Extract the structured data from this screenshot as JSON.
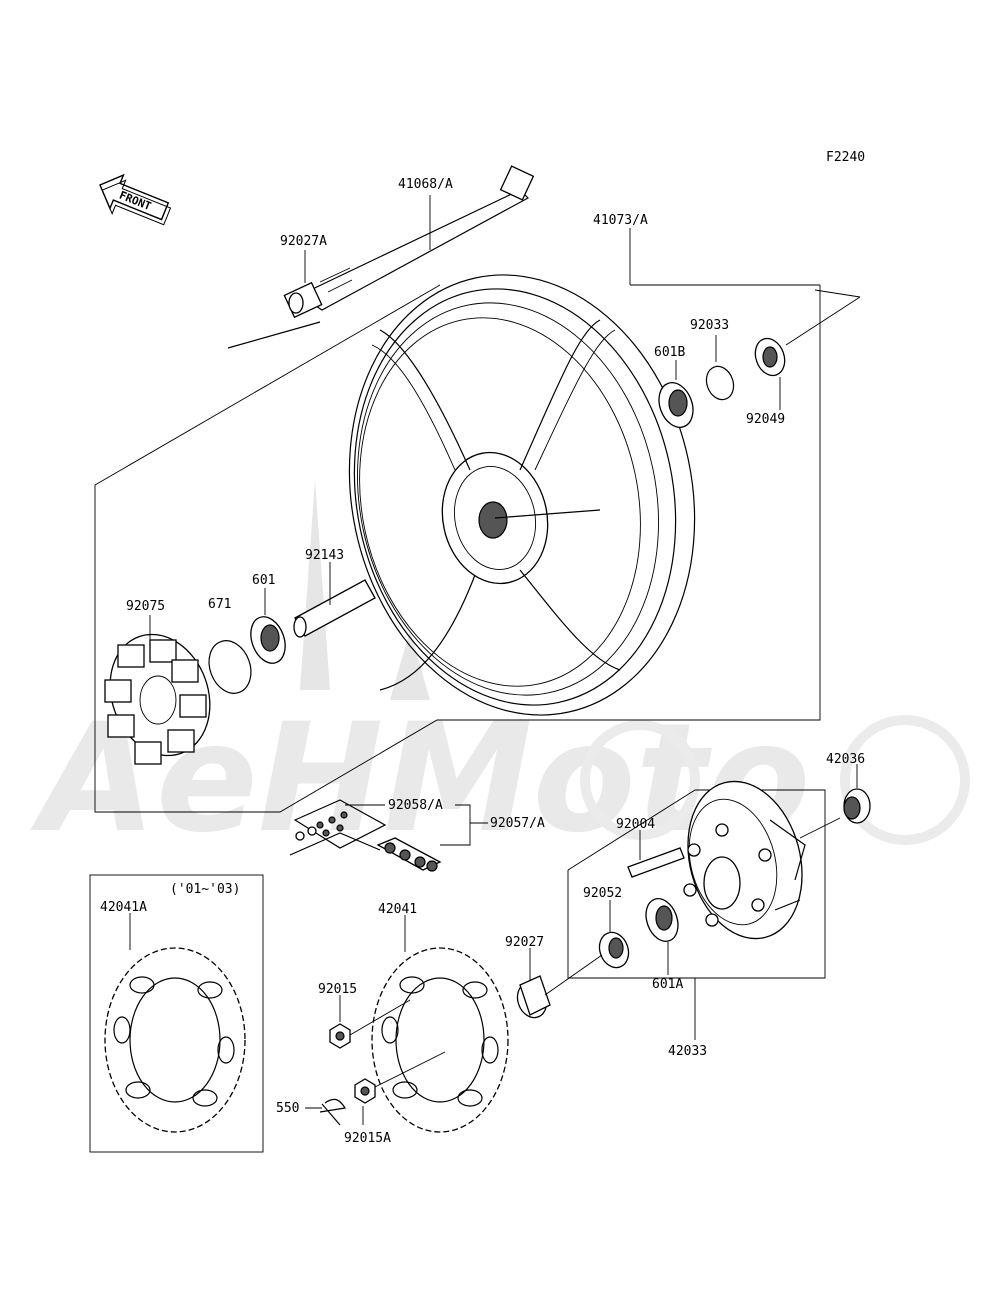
{
  "figure_code": "F2240",
  "front_arrow_label": "FRONT",
  "watermark": "AeHMoto",
  "year_note": "('01~'03)",
  "labels": {
    "axle": "41068/A",
    "wheel": "41073/A",
    "collar_left": "92027A",
    "bearing_right": "601B",
    "circlip": "92033",
    "seal_right": "92049",
    "spacer": "92143",
    "bearing_left": "601",
    "oring": "671",
    "damper": "92075",
    "link_clip": "92058/A",
    "chain": "92057/A",
    "sprocket_coupling_cap": "42036",
    "stud": "92004",
    "seal_coupling": "92052",
    "collar_coupling": "92027",
    "bearing_coupling": "601A",
    "coupling": "42033",
    "sprocket_alt": "42041A",
    "sprocket": "42041",
    "nut": "92015",
    "cotter_pin": "550",
    "castle_nut": "92015A"
  }
}
